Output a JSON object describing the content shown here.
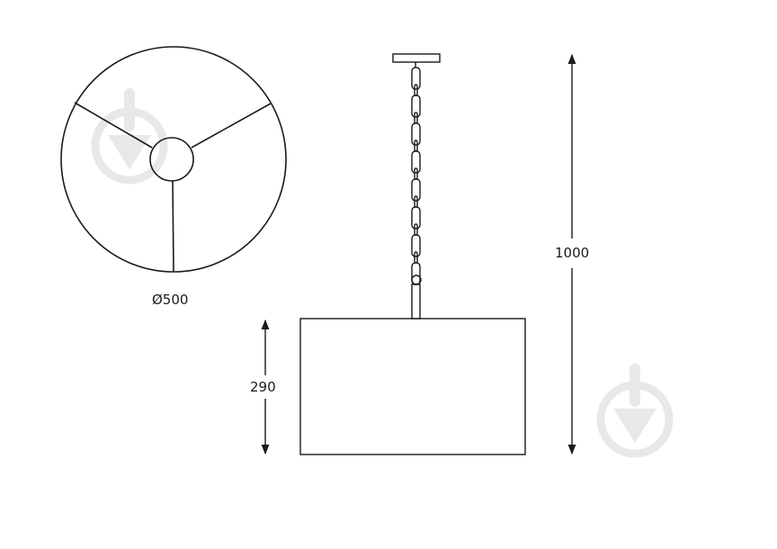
{
  "dimensions": {
    "diameter_label": "Ø500",
    "shade_height_label": "290",
    "total_height_label": "1000"
  },
  "watermark": {
    "icon": "funnel-logo-icon",
    "color": "#e6e6e6"
  },
  "colors": {
    "line": "#1a1a1a"
  }
}
